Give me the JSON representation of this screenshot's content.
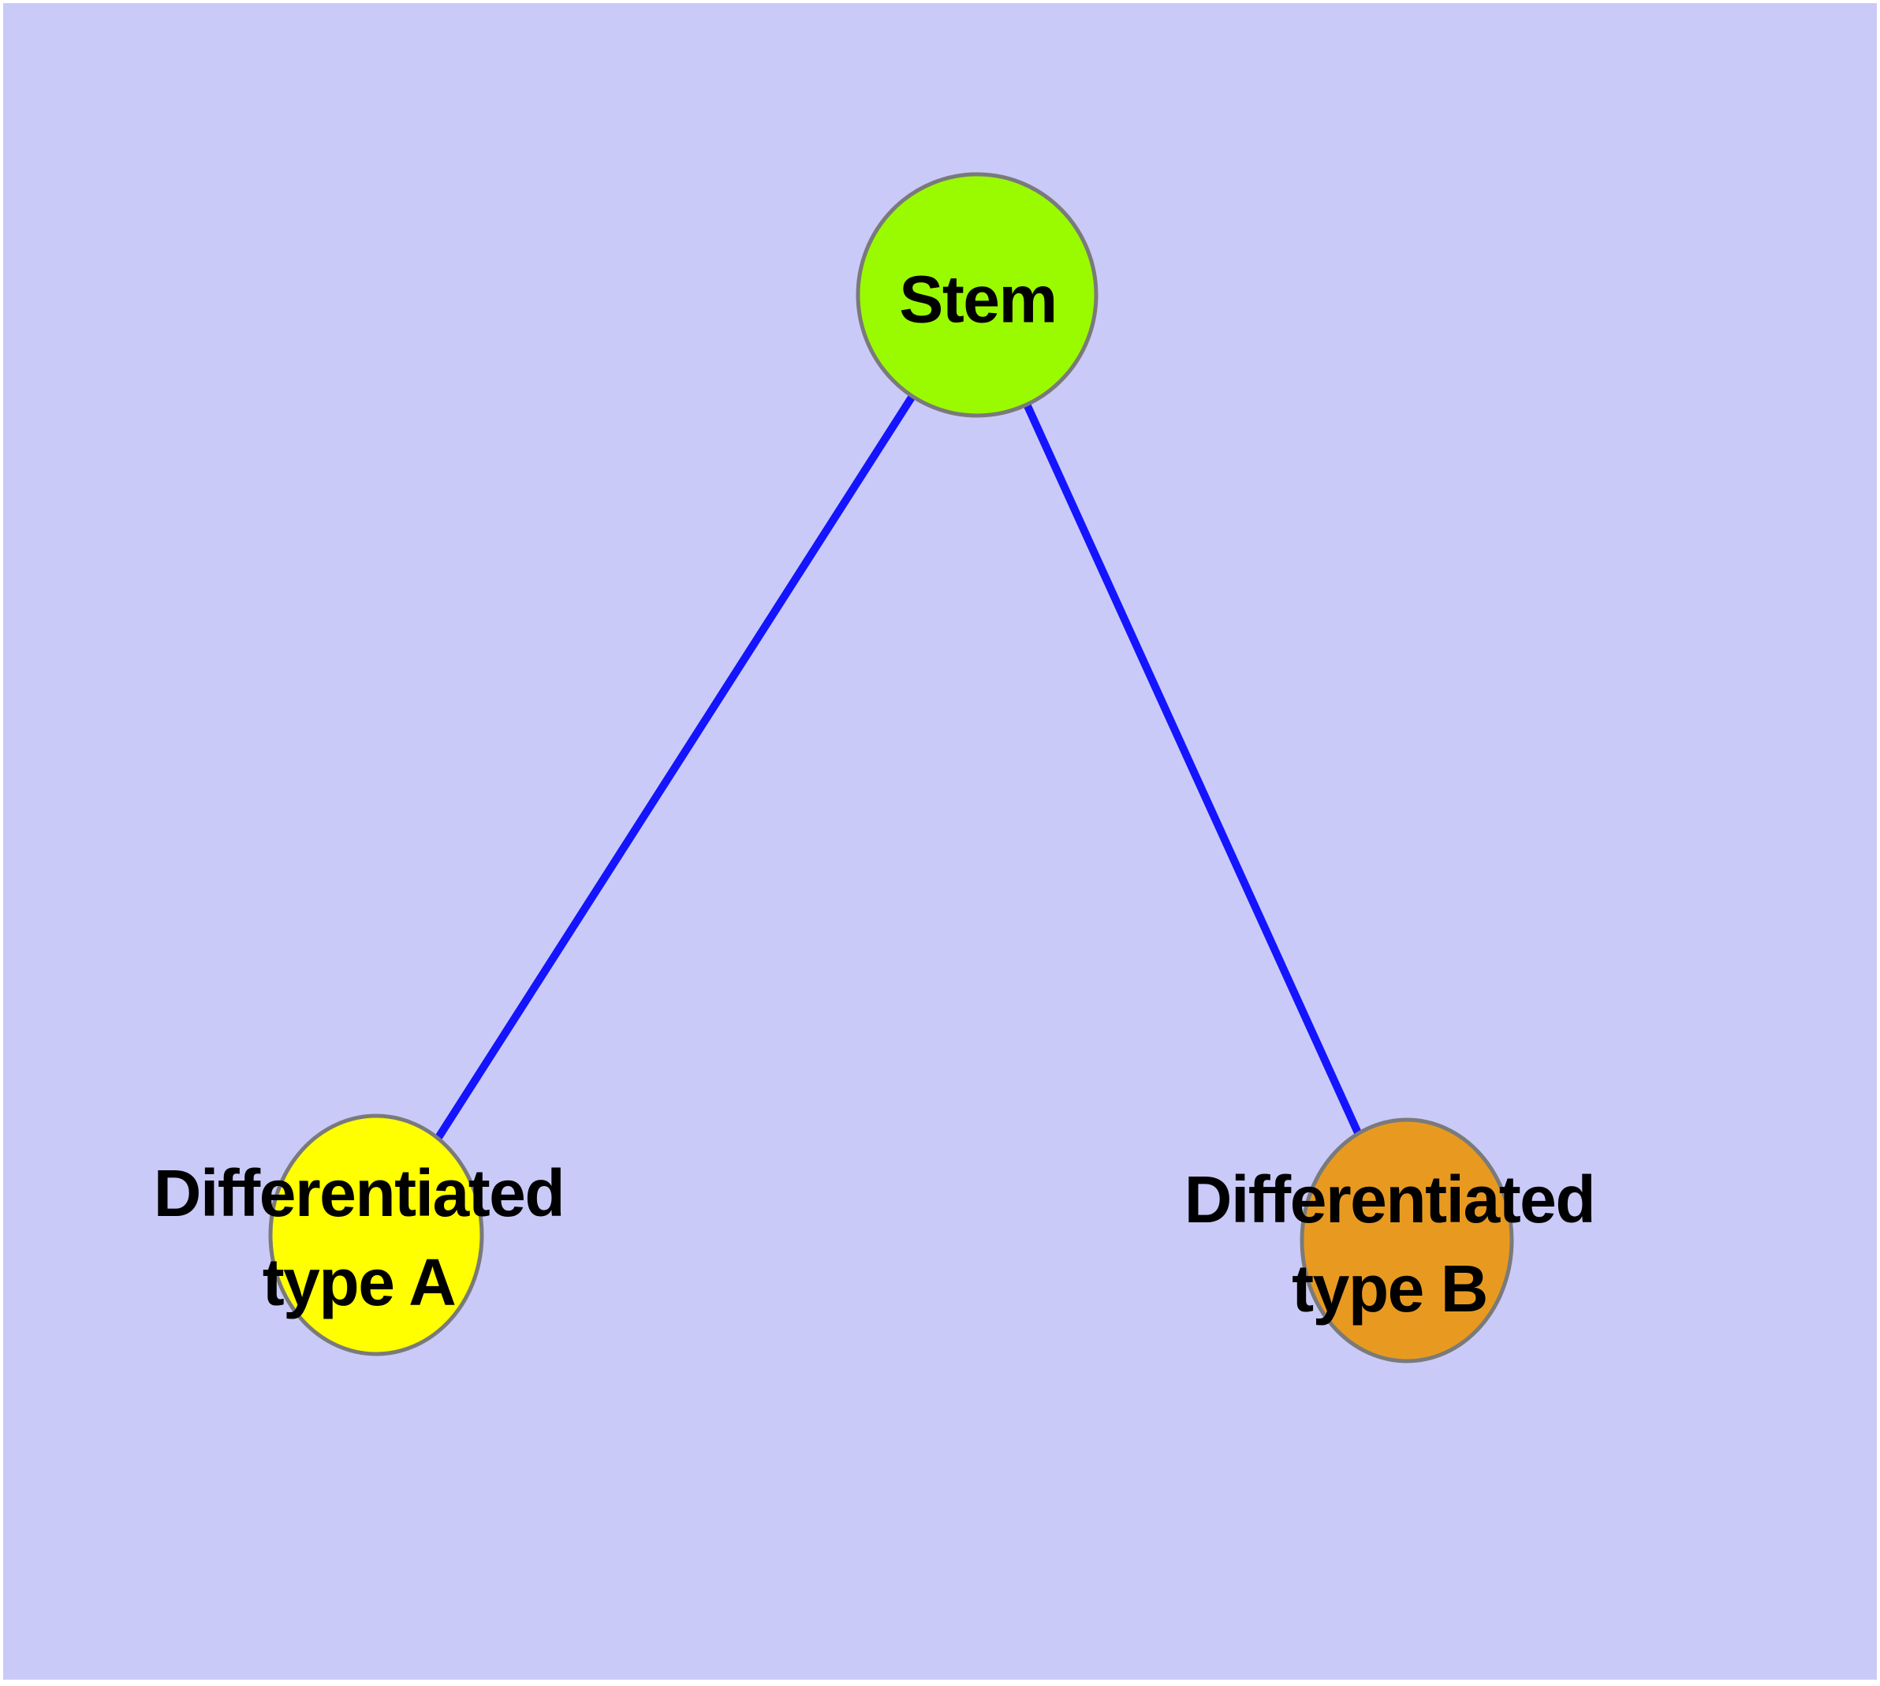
{
  "diagram": {
    "type": "graph",
    "description": "Cell differentiation hierarchy graph with one stem node and two differentiated cell-type nodes",
    "background_color": "#CACAF8",
    "page_margin_color": "#FFFFFF",
    "edge_color": "#1414FF",
    "node_border_color": "#7A7A7A",
    "label_color": "#000000",
    "nodes": [
      {
        "id": "stem",
        "label": "Stem",
        "fill_color": "#9AFB00"
      },
      {
        "id": "differentiated-type-a",
        "label_line1": "Differentiated",
        "label_line2": "type A",
        "fill_color": "#FFFF00"
      },
      {
        "id": "differentiated-type-b",
        "label_line1": "Differentiated",
        "label_line2": "type B",
        "fill_color": "#E89A20"
      }
    ],
    "edges": [
      {
        "from": "Stem",
        "to": "Differentiated type A"
      },
      {
        "from": "Stem",
        "to": "Differentiated type B"
      }
    ]
  }
}
